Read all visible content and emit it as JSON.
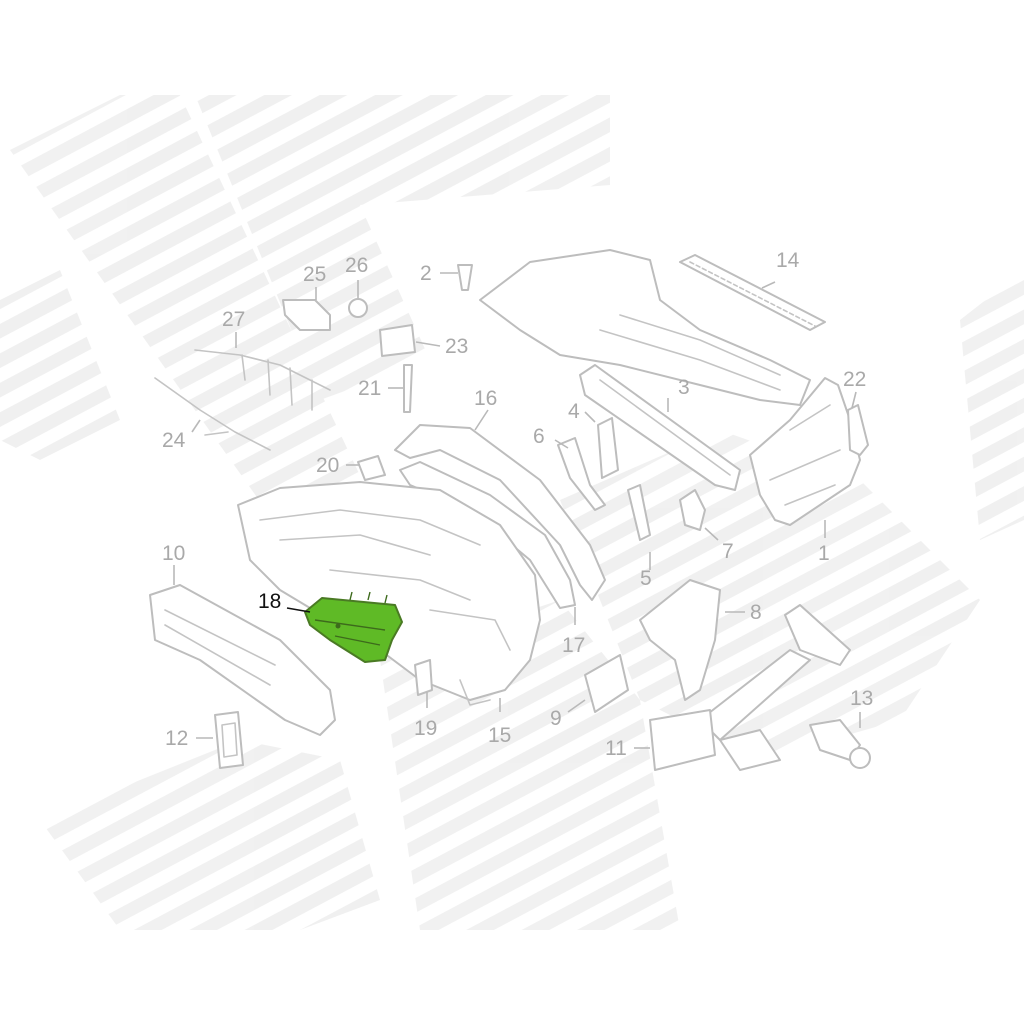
{
  "diagram": {
    "highlighted_part": "18",
    "highlight_color": "#5fba26",
    "line_color": "#bdbdbd",
    "text_color": "#a9a9a9",
    "callouts": [
      "1",
      "2",
      "3",
      "4",
      "5",
      "6",
      "7",
      "8",
      "9",
      "10",
      "11",
      "12",
      "13",
      "14",
      "15",
      "16",
      "17",
      "18",
      "19",
      "20",
      "21",
      "22",
      "23",
      "24",
      "25",
      "26",
      "27"
    ]
  }
}
